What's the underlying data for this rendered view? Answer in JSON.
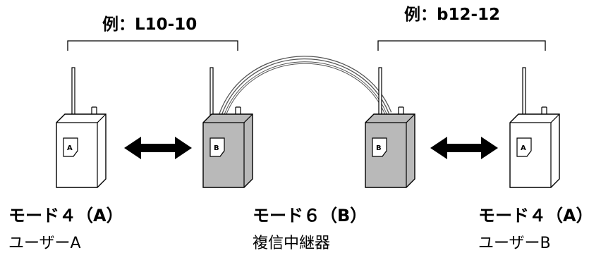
{
  "examples": {
    "left": "例：L10-10",
    "right": "例：b12-12"
  },
  "devices": [
    {
      "mode_label": "モード４（A）",
      "role_label": "ユーザーA",
      "badge": "A",
      "fill": "#ffffff"
    },
    {
      "mode_label": "",
      "role_label": "",
      "badge": "B",
      "fill": "#b9b9b9"
    },
    {
      "mode_label": "",
      "role_label": "",
      "badge": "B",
      "fill": "#b9b9b9"
    },
    {
      "mode_label": "モード４（A）",
      "role_label": "ユーザーB",
      "badge": "A",
      "fill": "#ffffff"
    }
  ],
  "repeater": {
    "mode_label": "モード６（B）",
    "role_label": "複信中継器"
  },
  "colors": {
    "user_unit": "#ffffff",
    "repeater_unit": "#b9b9b9",
    "stroke": "#000000"
  }
}
